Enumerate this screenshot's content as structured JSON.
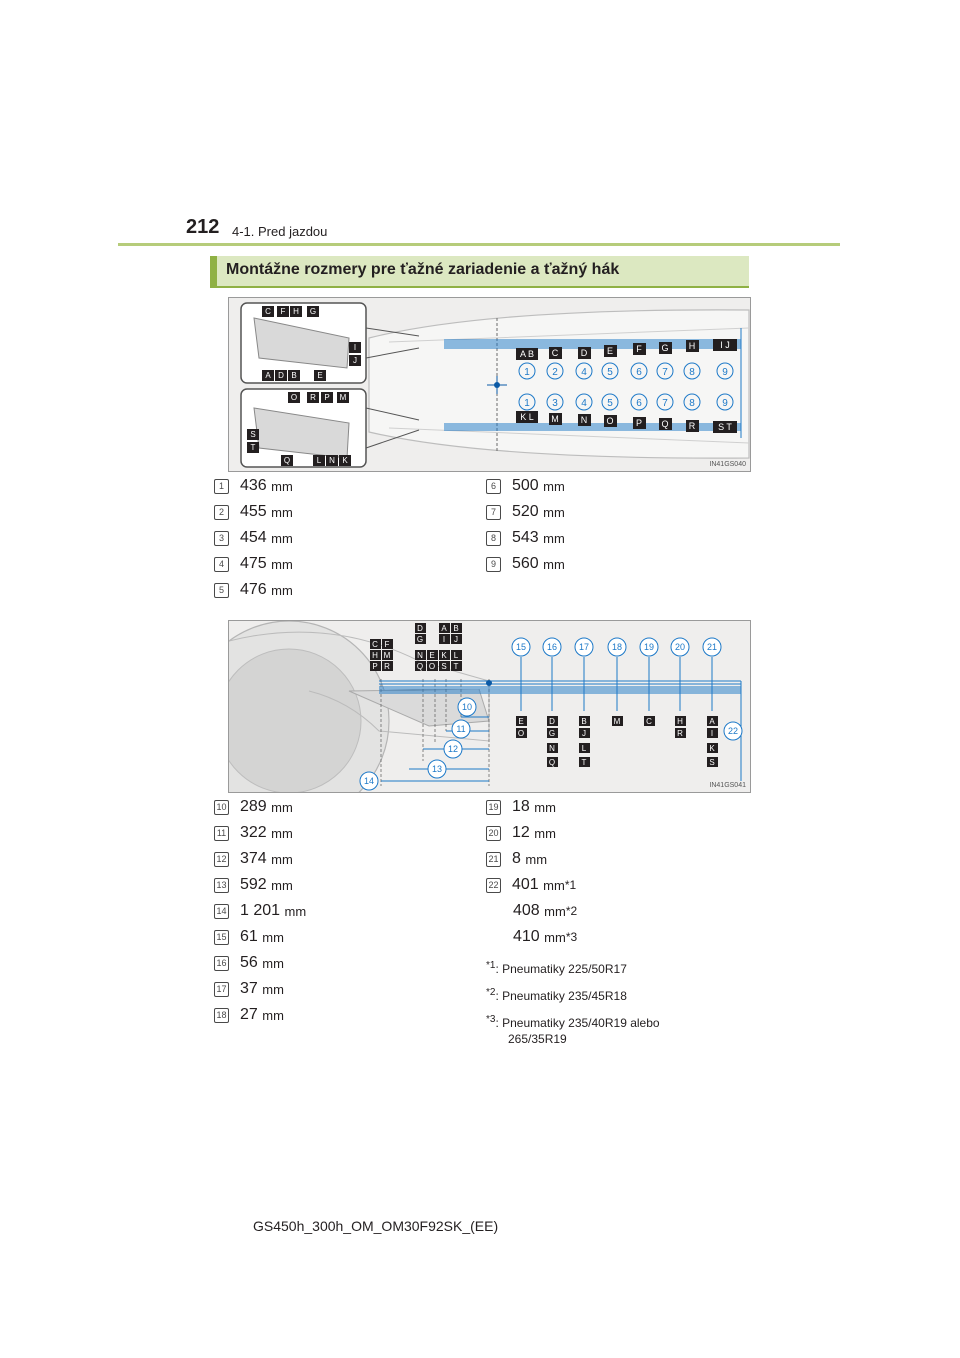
{
  "header": {
    "page_number": "212",
    "breadcrumb": "4-1. Pred jazdou"
  },
  "section": {
    "title": "Montážne rozmery pre ťažné zariadenie a ťažný hák"
  },
  "figure1": {
    "code": "IN41GS040",
    "callout_top": [
      "C",
      "F",
      "H",
      "G"
    ],
    "callout_right": [
      "I",
      "J"
    ],
    "callout_bottom_left": [
      "A",
      "D",
      "B"
    ],
    "callout_e": "E",
    "callout2_top": [
      "O",
      "R",
      "P",
      "M"
    ],
    "callout2_left": [
      "S",
      "T"
    ],
    "callout2_bottom": [
      "Q",
      "L",
      "N",
      "K"
    ],
    "row1_labels": [
      "A",
      "B",
      "C",
      "D",
      "E",
      "F",
      "G",
      "H",
      "I",
      "J"
    ],
    "row1_numbers": [
      "1",
      "2",
      "4",
      "5",
      "6",
      "7",
      "8",
      "9"
    ],
    "row2_numbers": [
      "1",
      "3",
      "4",
      "5",
      "6",
      "7",
      "8",
      "9"
    ],
    "row2_labels": [
      "K",
      "L",
      "M",
      "N",
      "O",
      "P",
      "Q",
      "R",
      "S",
      "T"
    ]
  },
  "specs1": {
    "unit": "mm",
    "left": [
      {
        "n": "1",
        "value": "436"
      },
      {
        "n": "2",
        "value": "455"
      },
      {
        "n": "3",
        "value": "454"
      },
      {
        "n": "4",
        "value": "475"
      },
      {
        "n": "5",
        "value": "476"
      }
    ],
    "right": [
      {
        "n": "6",
        "value": "500"
      },
      {
        "n": "7",
        "value": "520"
      },
      {
        "n": "8",
        "value": "543"
      },
      {
        "n": "9",
        "value": "560"
      }
    ]
  },
  "figure2": {
    "code": "IN41GS041",
    "top_labels": [
      "15",
      "16",
      "17",
      "18",
      "19",
      "20",
      "21"
    ],
    "left_dim_labels": [
      "10",
      "11",
      "12",
      "13",
      "14"
    ],
    "right_dim_label": "22",
    "grid_left": [
      "C",
      "F",
      "H",
      "M",
      "P",
      "R"
    ],
    "grid_mid": [
      "D",
      "G",
      "N",
      "E",
      "Q",
      "O"
    ],
    "grid_right": [
      "A",
      "B",
      "I",
      "J",
      "K",
      "L",
      "S",
      "T"
    ],
    "col_E": [
      "E",
      "O"
    ],
    "col_D": [
      "D",
      "G",
      "N",
      "Q"
    ],
    "col_B": [
      "B",
      "J",
      "L",
      "T"
    ],
    "col_M": [
      "M"
    ],
    "col_C": [
      "C"
    ],
    "col_H": [
      "H",
      "R"
    ],
    "col_A": [
      "A",
      "I",
      "K",
      "S"
    ]
  },
  "specs2": {
    "unit": "mm",
    "left": [
      {
        "n": "10",
        "value": "289"
      },
      {
        "n": "11",
        "value": "322"
      },
      {
        "n": "12",
        "value": "374"
      },
      {
        "n": "13",
        "value": "592"
      },
      {
        "n": "14",
        "value": "1 201"
      },
      {
        "n": "15",
        "value": "61"
      },
      {
        "n": "16",
        "value": "56"
      },
      {
        "n": "17",
        "value": "37"
      },
      {
        "n": "18",
        "value": "27"
      }
    ],
    "right": [
      {
        "n": "19",
        "value": "18"
      },
      {
        "n": "20",
        "value": "12"
      },
      {
        "n": "21",
        "value": "8"
      },
      {
        "n": "22",
        "value": "401"
      }
    ],
    "extra_values": [
      {
        "value": "408",
        "star": "*2"
      },
      {
        "value": "410",
        "star": "*3"
      }
    ],
    "star_first": "*1",
    "notes": [
      {
        "mark": "*1",
        "text": ": Pneumatiky 225/50R17"
      },
      {
        "mark": "*2",
        "text": ": Pneumatiky 235/45R18"
      },
      {
        "mark": "*3",
        "text": ": Pneumatiky 235/40R19 alebo"
      }
    ],
    "note_continuation": "265/35R19"
  },
  "footer": {
    "text": "GS450h_300h_OM_OM30F92SK_(EE)"
  }
}
